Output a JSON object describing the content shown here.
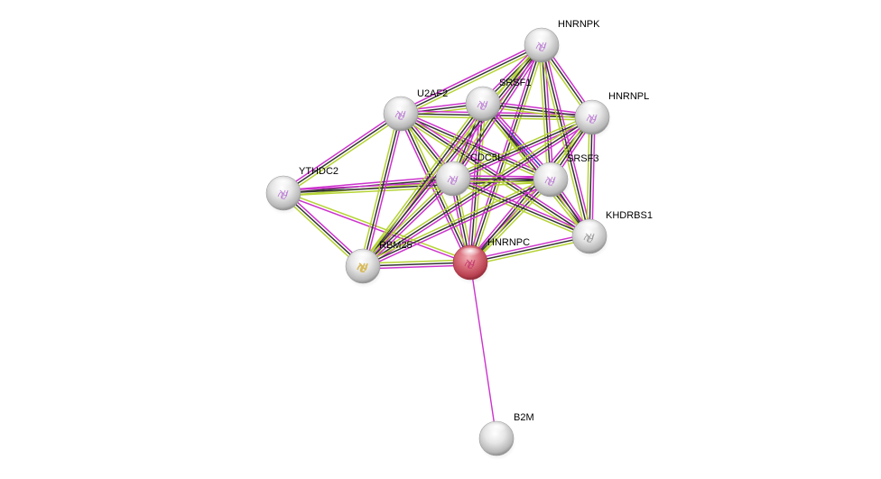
{
  "diagram": {
    "type": "protein-interaction-network",
    "query_node": "HNRNPC",
    "colors": {
      "background": "#ffffff",
      "node_default": "#d9d9d9",
      "node_query": "#d65a6a",
      "edge_experimental": "#cc33cc",
      "edge_database": "#33ccff",
      "edge_textmining": "#b5d334",
      "edge_coexpression": "#333333",
      "edge_cooccurrence": "#3333cc",
      "structure_glyph": "#b46ad0",
      "structure_glyph_alt": "#d4b040"
    },
    "nodes": [
      {
        "id": "HNRNPK",
        "label": "HNRNPK",
        "query": false,
        "glyph": "purple"
      },
      {
        "id": "U2AF2",
        "label": "U2AF2",
        "query": false,
        "glyph": "purple"
      },
      {
        "id": "SRSF1",
        "label": "SRSF1",
        "query": false,
        "glyph": "purple"
      },
      {
        "id": "HNRNPL",
        "label": "HNRNPL",
        "query": false,
        "glyph": "purple"
      },
      {
        "id": "CDC5L",
        "label": "CDC5L",
        "query": false,
        "glyph": "purple"
      },
      {
        "id": "SRSF3",
        "label": "SRSF3",
        "query": false,
        "glyph": "purple"
      },
      {
        "id": "YTHDC2",
        "label": "YTHDC2",
        "query": false,
        "glyph": "purple"
      },
      {
        "id": "KHDRBS1",
        "label": "KHDRBS1",
        "query": false,
        "glyph": "gray"
      },
      {
        "id": "RBM25",
        "label": "RBM25",
        "query": false,
        "glyph": "gold"
      },
      {
        "id": "HNRNPC",
        "label": "HNRNPC",
        "query": true,
        "glyph": "magenta"
      },
      {
        "id": "B2M",
        "label": "B2M",
        "query": false,
        "glyph": "none"
      }
    ],
    "edges": [
      {
        "a": "HNRNPC",
        "b": "B2M",
        "types": [
          "experimental"
        ]
      },
      {
        "a": "HNRNPC",
        "b": "RBM25",
        "types": [
          "experimental",
          "coexpression",
          "textmining"
        ]
      },
      {
        "a": "HNRNPC",
        "b": "KHDRBS1",
        "types": [
          "experimental",
          "coexpression",
          "textmining"
        ]
      },
      {
        "a": "HNRNPC",
        "b": "SRSF3",
        "types": [
          "experimental",
          "coexpression",
          "textmining"
        ]
      },
      {
        "a": "HNRNPC",
        "b": "CDC5L",
        "types": [
          "experimental",
          "coexpression",
          "textmining"
        ]
      },
      {
        "a": "HNRNPC",
        "b": "SRSF1",
        "types": [
          "experimental",
          "coexpression",
          "textmining"
        ]
      },
      {
        "a": "HNRNPC",
        "b": "HNRNPK",
        "types": [
          "experimental",
          "coexpression",
          "textmining"
        ]
      },
      {
        "a": "HNRNPC",
        "b": "HNRNPL",
        "types": [
          "experimental",
          "coexpression",
          "textmining"
        ]
      },
      {
        "a": "HNRNPC",
        "b": "U2AF2",
        "types": [
          "experimental",
          "coexpression",
          "textmining"
        ]
      },
      {
        "a": "HNRNPC",
        "b": "YTHDC2",
        "types": [
          "experimental",
          "textmining"
        ]
      },
      {
        "a": "YTHDC2",
        "b": "U2AF2",
        "types": [
          "experimental",
          "coexpression",
          "textmining"
        ]
      },
      {
        "a": "YTHDC2",
        "b": "RBM25",
        "types": [
          "experimental",
          "coexpression",
          "textmining"
        ]
      },
      {
        "a": "YTHDC2",
        "b": "CDC5L",
        "types": [
          "experimental",
          "coexpression",
          "textmining"
        ]
      },
      {
        "a": "YTHDC2",
        "b": "SRSF3",
        "types": [
          "experimental",
          "coexpression",
          "textmining"
        ]
      },
      {
        "a": "U2AF2",
        "b": "SRSF1",
        "types": [
          "experimental",
          "coexpression",
          "textmining"
        ]
      },
      {
        "a": "U2AF2",
        "b": "HNRNPK",
        "types": [
          "experimental",
          "coexpression",
          "textmining"
        ]
      },
      {
        "a": "U2AF2",
        "b": "HNRNPL",
        "types": [
          "experimental",
          "coexpression",
          "textmining"
        ]
      },
      {
        "a": "U2AF2",
        "b": "CDC5L",
        "types": [
          "experimental",
          "coexpression",
          "textmining"
        ]
      },
      {
        "a": "U2AF2",
        "b": "SRSF3",
        "types": [
          "experimental",
          "coexpression",
          "textmining"
        ]
      },
      {
        "a": "U2AF2",
        "b": "RBM25",
        "types": [
          "experimental",
          "coexpression",
          "textmining"
        ]
      },
      {
        "a": "U2AF2",
        "b": "KHDRBS1",
        "types": [
          "experimental",
          "coexpression",
          "textmining"
        ]
      },
      {
        "a": "SRSF1",
        "b": "HNRNPK",
        "types": [
          "experimental",
          "coexpression",
          "textmining"
        ]
      },
      {
        "a": "SRSF1",
        "b": "HNRNPL",
        "types": [
          "experimental",
          "coexpression",
          "textmining"
        ]
      },
      {
        "a": "SRSF1",
        "b": "SRSF3",
        "types": [
          "experimental",
          "cooccurrence",
          "coexpression",
          "textmining"
        ]
      },
      {
        "a": "SRSF1",
        "b": "CDC5L",
        "types": [
          "experimental",
          "coexpression",
          "textmining"
        ]
      },
      {
        "a": "SRSF1",
        "b": "RBM25",
        "types": [
          "experimental",
          "coexpression",
          "textmining"
        ]
      },
      {
        "a": "SRSF1",
        "b": "KHDRBS1",
        "types": [
          "experimental",
          "coexpression",
          "textmining"
        ]
      },
      {
        "a": "HNRNPK",
        "b": "HNRNPL",
        "types": [
          "experimental",
          "coexpression",
          "textmining"
        ]
      },
      {
        "a": "HNRNPK",
        "b": "SRSF3",
        "types": [
          "experimental",
          "coexpression",
          "textmining"
        ]
      },
      {
        "a": "HNRNPK",
        "b": "CDC5L",
        "types": [
          "experimental",
          "coexpression",
          "textmining"
        ]
      },
      {
        "a": "HNRNPK",
        "b": "KHDRBS1",
        "types": [
          "experimental",
          "coexpression",
          "textmining"
        ]
      },
      {
        "a": "HNRNPK",
        "b": "RBM25",
        "types": [
          "experimental",
          "coexpression",
          "textmining"
        ]
      },
      {
        "a": "HNRNPL",
        "b": "SRSF3",
        "types": [
          "experimental",
          "coexpression",
          "textmining"
        ]
      },
      {
        "a": "HNRNPL",
        "b": "CDC5L",
        "types": [
          "experimental",
          "coexpression",
          "textmining"
        ]
      },
      {
        "a": "HNRNPL",
        "b": "KHDRBS1",
        "types": [
          "experimental",
          "coexpression",
          "textmining"
        ]
      },
      {
        "a": "HNRNPL",
        "b": "RBM25",
        "types": [
          "experimental",
          "coexpression",
          "textmining"
        ]
      },
      {
        "a": "CDC5L",
        "b": "SRSF3",
        "types": [
          "experimental",
          "coexpression",
          "textmining"
        ]
      },
      {
        "a": "CDC5L",
        "b": "RBM25",
        "types": [
          "experimental",
          "coexpression",
          "textmining"
        ]
      },
      {
        "a": "CDC5L",
        "b": "KHDRBS1",
        "types": [
          "experimental",
          "coexpression",
          "textmining"
        ]
      },
      {
        "a": "SRSF3",
        "b": "KHDRBS1",
        "types": [
          "experimental",
          "coexpression",
          "textmining"
        ]
      },
      {
        "a": "SRSF3",
        "b": "RBM25",
        "types": [
          "experimental",
          "coexpression",
          "textmining"
        ]
      }
    ]
  }
}
